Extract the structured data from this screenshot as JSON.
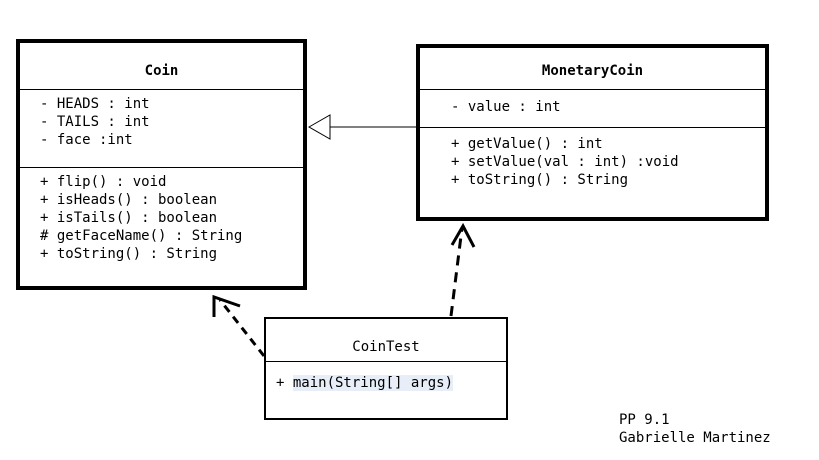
{
  "classes": {
    "coin": {
      "name": "Coin",
      "attributes": [
        "- HEADS : int",
        "- TAILS : int",
        "- face :int"
      ],
      "operations": [
        "+ flip() : void",
        "+ isHeads() : boolean",
        "+ isTails() : boolean",
        "# getFaceName() : String",
        "+ toString() : String"
      ]
    },
    "monetary_coin": {
      "name": "MonetaryCoin",
      "attributes": [
        "- value : int"
      ],
      "operations": [
        "+ getValue() : int",
        "+ setValue(val : int) :void",
        "+ toString() : String"
      ]
    },
    "coin_test": {
      "name": "CoinTest",
      "operations": [
        "+ ",
        "main(String[] args)"
      ]
    }
  },
  "relationships": [
    {
      "type": "generalization",
      "from": "MonetaryCoin",
      "to": "Coin"
    },
    {
      "type": "dependency",
      "from": "CoinTest",
      "to": "Coin"
    },
    {
      "type": "dependency",
      "from": "CoinTest",
      "to": "MonetaryCoin"
    }
  ],
  "credit": {
    "line1": "PP 9.1",
    "line2": "Gabrielle Martinez"
  }
}
